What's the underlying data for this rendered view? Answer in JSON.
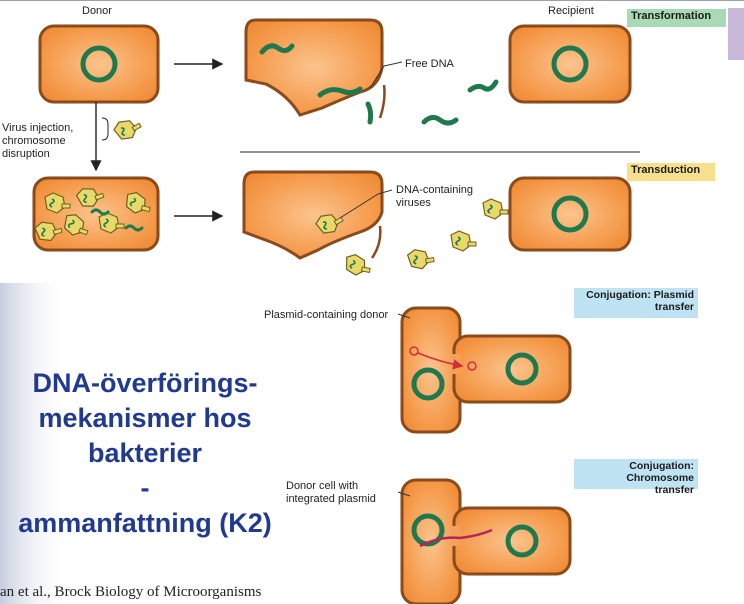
{
  "labels": {
    "donor": "Donor",
    "recipient": "Recipient",
    "free_dna": "Free DNA",
    "virus_injection": [
      "Virus injection,",
      "chromosome",
      "disruption"
    ],
    "dna_viruses": [
      "DNA-containing",
      "viruses"
    ],
    "plasmid_donor": "Plasmid-containing donor",
    "donor_integrated": [
      "Donor cell with",
      "integrated plasmid"
    ]
  },
  "tags": {
    "transformation": "Transformation",
    "transduction": "Transduction",
    "conj_plasmid": [
      "Conjugation: Plasmid",
      "transfer"
    ],
    "conj_chromosome": [
      "Conjugation: Chromosome",
      "transfer"
    ]
  },
  "title": {
    "lines": [
      "DNA-överförings-",
      "mekanismer hos",
      "bakterier",
      "-",
      "ammanfattning (K2)"
    ]
  },
  "credit": "an et al., Brock Biology of Microorganisms",
  "colors": {
    "cell_fill": "#f7a155",
    "cell_border": "#8a4a1a",
    "dna": "#1e7a4e",
    "title": "#213a8f",
    "plasmid_red": "#d0303a"
  }
}
